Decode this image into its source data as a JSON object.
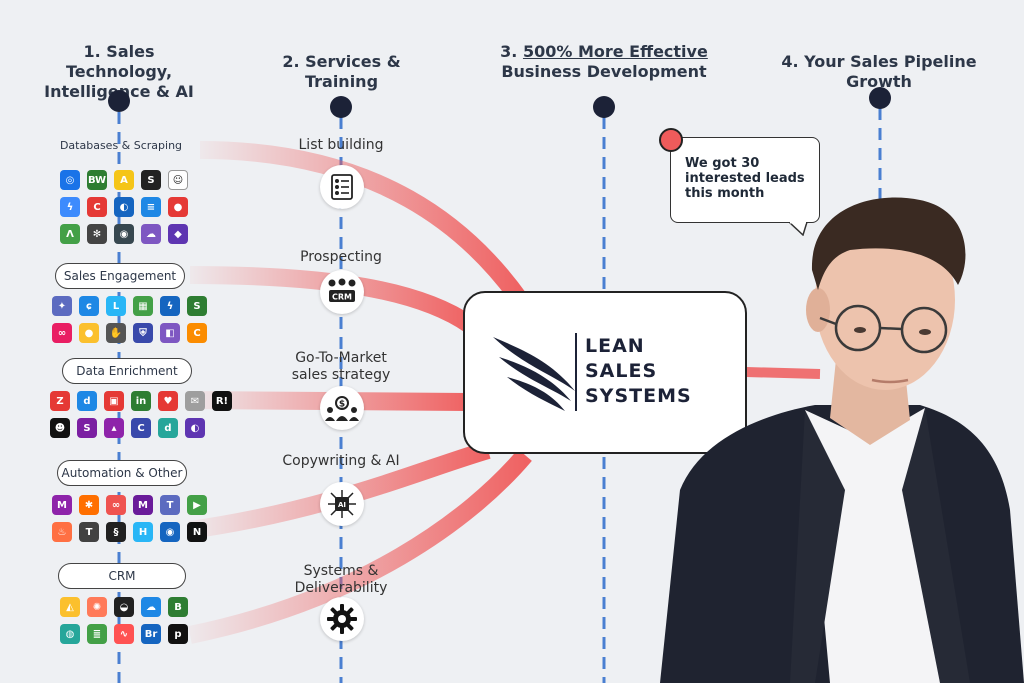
{
  "columns": [
    {
      "line1": "1. Sales Technology,",
      "line2": "Intelligence & AI"
    },
    {
      "line1": "2. Services & Training",
      "line2": ""
    },
    {
      "line1_prefix": "3. ",
      "line1_underlined": "500% More Effective",
      "line2": "Business Development"
    },
    {
      "line1": "4. Your Sales Pipeline Growth",
      "line2": ""
    }
  ],
  "categories": [
    {
      "label": "Databases & Scraping",
      "style": "plain"
    },
    {
      "label": "Sales Engagement",
      "style": "pill"
    },
    {
      "label": "Data Enrichment",
      "style": "pill"
    },
    {
      "label": "Automation & Other",
      "style": "pill"
    },
    {
      "label": "CRM",
      "style": "pill"
    }
  ],
  "tool_logos": {
    "databases": [
      {
        "icon": "compass-icon",
        "color": "#1a73e8",
        "glyph": "◎"
      },
      {
        "icon": "builtwith-icon",
        "color": "#2e7d32",
        "glyph": "BW"
      },
      {
        "icon": "apollo-icon",
        "color": "#f5c518",
        "glyph": "A"
      },
      {
        "icon": "seamless-icon",
        "color": "#222",
        "glyph": "S"
      },
      {
        "icon": "ghost-icon",
        "color": "#fff",
        "glyph": "☺"
      },
      {
        "icon": "lightning-icon",
        "color": "#3d8bfd",
        "glyph": "ϟ"
      },
      {
        "icon": "clearbit-icon",
        "color": "#e53935",
        "glyph": "C"
      },
      {
        "icon": "lens-icon",
        "color": "#1565c0",
        "glyph": "◐"
      },
      {
        "icon": "stack-icon",
        "color": "#1e88e5",
        "glyph": "≡"
      },
      {
        "icon": "pokeball-icon",
        "color": "#e53935",
        "glyph": "●"
      },
      {
        "icon": "apex-icon",
        "color": "#43a047",
        "glyph": "Λ"
      },
      {
        "icon": "atom-icon",
        "color": "#444",
        "glyph": "✻"
      },
      {
        "icon": "robot-icon",
        "color": "#37474f",
        "glyph": "◉"
      },
      {
        "icon": "cloud-icon",
        "color": "#7e57c2",
        "glyph": "☁"
      },
      {
        "icon": "diamond-icon",
        "color": "#5e35b1",
        "glyph": "◆"
      }
    ],
    "engagement": [
      {
        "icon": "glyph1-icon",
        "color": "#5c6bc0",
        "glyph": "✦"
      },
      {
        "icon": "reply-icon",
        "color": "#1e88e5",
        "glyph": "ɕ"
      },
      {
        "icon": "lemlist-icon",
        "color": "#29b6f6",
        "glyph": "L"
      },
      {
        "icon": "grid-icon",
        "color": "#43a047",
        "glyph": "▦"
      },
      {
        "icon": "bolt-icon",
        "color": "#1565c0",
        "glyph": "ϟ"
      },
      {
        "icon": "salesloft-icon",
        "color": "#2e7d32",
        "glyph": "S"
      },
      {
        "icon": "link-icon",
        "color": "#e91e63",
        "glyph": "∞"
      },
      {
        "icon": "mailshake-icon",
        "color": "#fbc02d",
        "glyph": "●"
      },
      {
        "icon": "hand-icon",
        "color": "#555",
        "glyph": "✋"
      },
      {
        "icon": "shield-icon",
        "color": "#3949ab",
        "glyph": "⛨"
      },
      {
        "icon": "square-icon",
        "color": "#7e57c2",
        "glyph": "◧"
      },
      {
        "icon": "crm-c-icon",
        "color": "#fb8c00",
        "glyph": "C"
      }
    ],
    "enrichment": [
      {
        "icon": "zoominfo-icon",
        "color": "#e53935",
        "glyph": "Z"
      },
      {
        "icon": "d-icon",
        "color": "#1e88e5",
        "glyph": "d"
      },
      {
        "icon": "cube-icon",
        "color": "#e53935",
        "glyph": "▣"
      },
      {
        "icon": "linkedin-icon",
        "color": "#2e7d32",
        "glyph": "in"
      },
      {
        "icon": "heart-icon",
        "color": "#e53935",
        "glyph": "♥"
      },
      {
        "icon": "mail-icon",
        "color": "#9e9e9e",
        "glyph": "✉"
      },
      {
        "icon": "rocketreach-icon",
        "color": "#111",
        "glyph": "R!"
      },
      {
        "icon": "smile-icon",
        "color": "#111",
        "glyph": "☻"
      },
      {
        "icon": "s-icon",
        "color": "#7b1fa2",
        "glyph": "S"
      },
      {
        "icon": "bookmark-icon",
        "color": "#8e24aa",
        "glyph": "▴"
      },
      {
        "icon": "c-icon",
        "color": "#3949ab",
        "glyph": "C"
      },
      {
        "icon": "dropcontact-icon",
        "color": "#26a69a",
        "glyph": "d"
      },
      {
        "icon": "moon-icon",
        "color": "#5e35b1",
        "glyph": "◐"
      }
    ],
    "automation": [
      {
        "icon": "make-icon",
        "color": "#8e24aa",
        "glyph": "M"
      },
      {
        "icon": "zapier-icon",
        "color": "#ff6f00",
        "glyph": "✱"
      },
      {
        "icon": "n8n-icon",
        "color": "#ef5350",
        "glyph": "∞"
      },
      {
        "icon": "m-icon",
        "color": "#6a1b9a",
        "glyph": "M"
      },
      {
        "icon": "teams-icon",
        "color": "#5c6bc0",
        "glyph": "T"
      },
      {
        "icon": "meet-icon",
        "color": "#43a047",
        "glyph": "▶"
      },
      {
        "icon": "fire-icon",
        "color": "#ff7043",
        "glyph": "♨"
      },
      {
        "icon": "t-icon",
        "color": "#424242",
        "glyph": "T"
      },
      {
        "icon": "s2-icon",
        "color": "#212121",
        "glyph": "§"
      },
      {
        "icon": "h-icon",
        "color": "#29b6f6",
        "glyph": "H"
      },
      {
        "icon": "cycle-icon",
        "color": "#1565c0",
        "glyph": "◉"
      },
      {
        "icon": "notion-icon",
        "color": "#111",
        "glyph": "N"
      }
    ],
    "crm": [
      {
        "icon": "airtable-icon",
        "color": "#fbc02d",
        "glyph": "◭"
      },
      {
        "icon": "hubspot-icon",
        "color": "#ff7a59",
        "glyph": "✺"
      },
      {
        "icon": "pipe-icon",
        "color": "#212121",
        "glyph": "◒"
      },
      {
        "icon": "salesforce-icon",
        "color": "#1e88e5",
        "glyph": "☁"
      },
      {
        "icon": "b-icon",
        "color": "#2e7d32",
        "glyph": "B"
      },
      {
        "icon": "orbit-icon",
        "color": "#26a69a",
        "glyph": "◍"
      },
      {
        "icon": "lime-icon",
        "color": "#43a047",
        "glyph": "≣"
      },
      {
        "icon": "monday-icon",
        "color": "#ff5252",
        "glyph": "∿"
      },
      {
        "icon": "br-icon",
        "color": "#1565c0",
        "glyph": "Br"
      },
      {
        "icon": "pipedrive-icon",
        "color": "#111",
        "glyph": "p"
      }
    ]
  },
  "services": [
    {
      "label": "List building",
      "icon": "contact-list-icon"
    },
    {
      "label": "Prospecting",
      "icon": "crm-team-icon",
      "icon_text": "CRM"
    },
    {
      "label": "Go-To-Market\nsales strategy",
      "icon": "money-team-icon"
    },
    {
      "label": "Copywriting & AI",
      "icon": "ai-chip-icon",
      "icon_text": "AI"
    },
    {
      "label": "Systems &\nDeliverability",
      "icon": "gear-icon"
    }
  ],
  "brand": {
    "line1": "LEAN",
    "line2": "SALES",
    "line3": "SYSTEMS",
    "color": "#1c2237"
  },
  "testimonial": {
    "text": "We got 30 interested leads this month"
  },
  "colors": {
    "accent_red": "#ef5b5b",
    "dashed_blue": "#4a7fd1",
    "node_dark": "#1c2237"
  }
}
